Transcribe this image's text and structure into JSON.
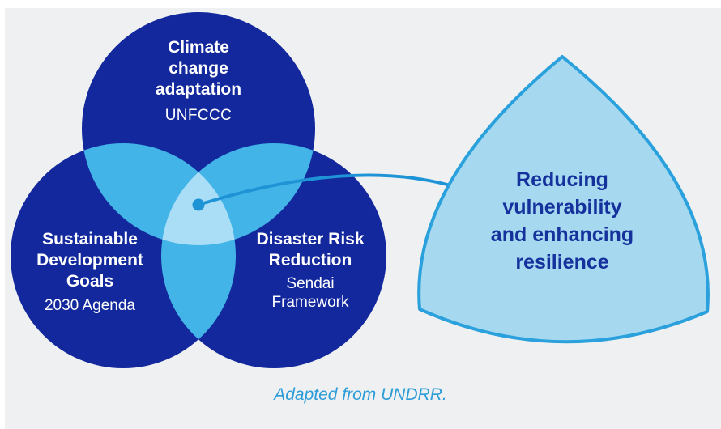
{
  "diagram": {
    "title_hidden": "",
    "circles": [
      {
        "id": "climate-change-adaptation",
        "title": "Climate\nchange\nadaptation",
        "subtitle": "UNFCCC"
      },
      {
        "id": "sustainable-development-goals",
        "title": "Sustainable\nDevelopment\nGoals",
        "subtitle": "2030 Agenda"
      },
      {
        "id": "disaster-risk-reduction",
        "title": "Disaster Risk\nReduction",
        "subtitle": "Sendai\nFramework"
      }
    ],
    "callout": {
      "label": "Reducing\nvulnerability\nand enhancing\nresilience"
    },
    "caption": "Adapted from UNDRR.",
    "colors": {
      "circle_dark": "#12289c",
      "overlap_mid": "#42b4e7",
      "overlap_center": "#a9def6",
      "connector": "#1e93d6",
      "callout_fill": "#a6d8f0",
      "callout_stroke": "#2aa1dc",
      "callout_text": "#14319c",
      "caption_text": "#2b9cd8",
      "panel_bg": "#eff0f1",
      "circle_text": "#ffffff"
    }
  }
}
